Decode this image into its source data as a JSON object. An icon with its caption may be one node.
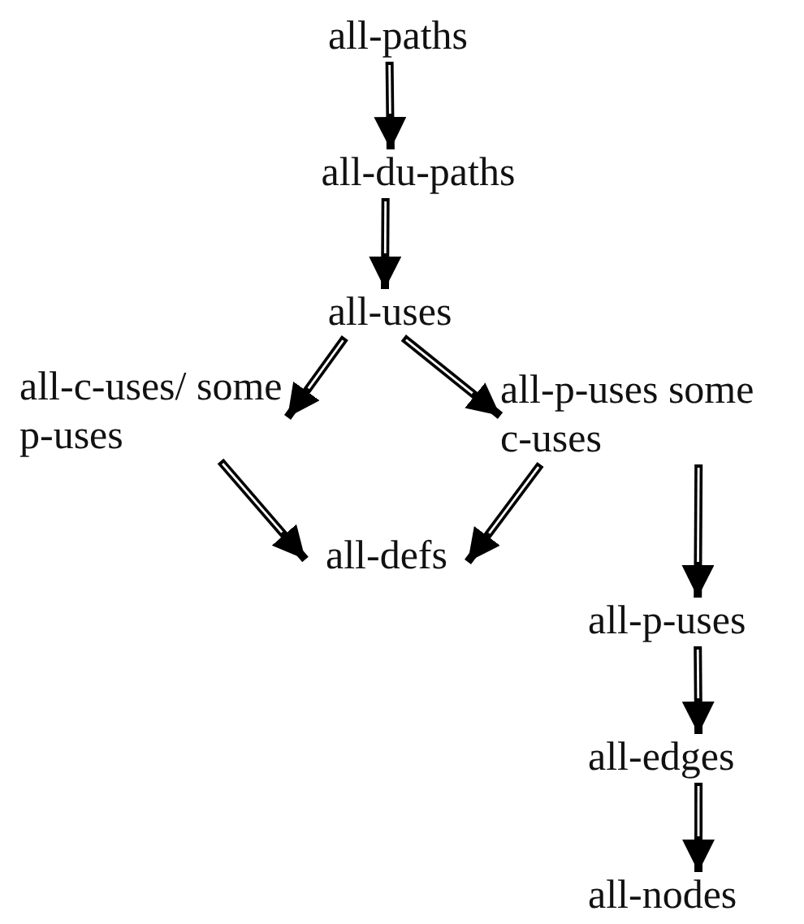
{
  "diagram": {
    "nodes": [
      {
        "text": [
          "all-paths"
        ]
      },
      {
        "text": [
          "all-du-paths"
        ]
      },
      {
        "text": [
          "all-uses"
        ]
      },
      {
        "text": [
          "all-c-uses/ some p-uses"
        ]
      },
      {
        "text": [
          "all-p-uses some c-uses"
        ]
      },
      {
        "text": [
          "all-defs"
        ]
      },
      {
        "text": [
          "all-p-uses"
        ]
      },
      {
        "text": [
          "all-edges"
        ]
      },
      {
        "text": [
          "all-nodes"
        ]
      }
    ],
    "edges": [
      {
        "from": 0,
        "to": 1,
        "arrow": "to"
      },
      {
        "from": 1,
        "to": 2,
        "arrow": "to"
      },
      {
        "from": 2,
        "to": 3,
        "arrow": "to"
      },
      {
        "from": 2,
        "to": 4,
        "arrow": "to"
      },
      {
        "from": 3,
        "to": 5,
        "arrow": "to"
      },
      {
        "from": 4,
        "to": 5,
        "arrow": "to"
      },
      {
        "from": 4,
        "to": 6,
        "arrow": "to"
      },
      {
        "from": 6,
        "to": 7,
        "arrow": "to"
      },
      {
        "from": 7,
        "to": 8,
        "arrow": "to"
      }
    ]
  }
}
